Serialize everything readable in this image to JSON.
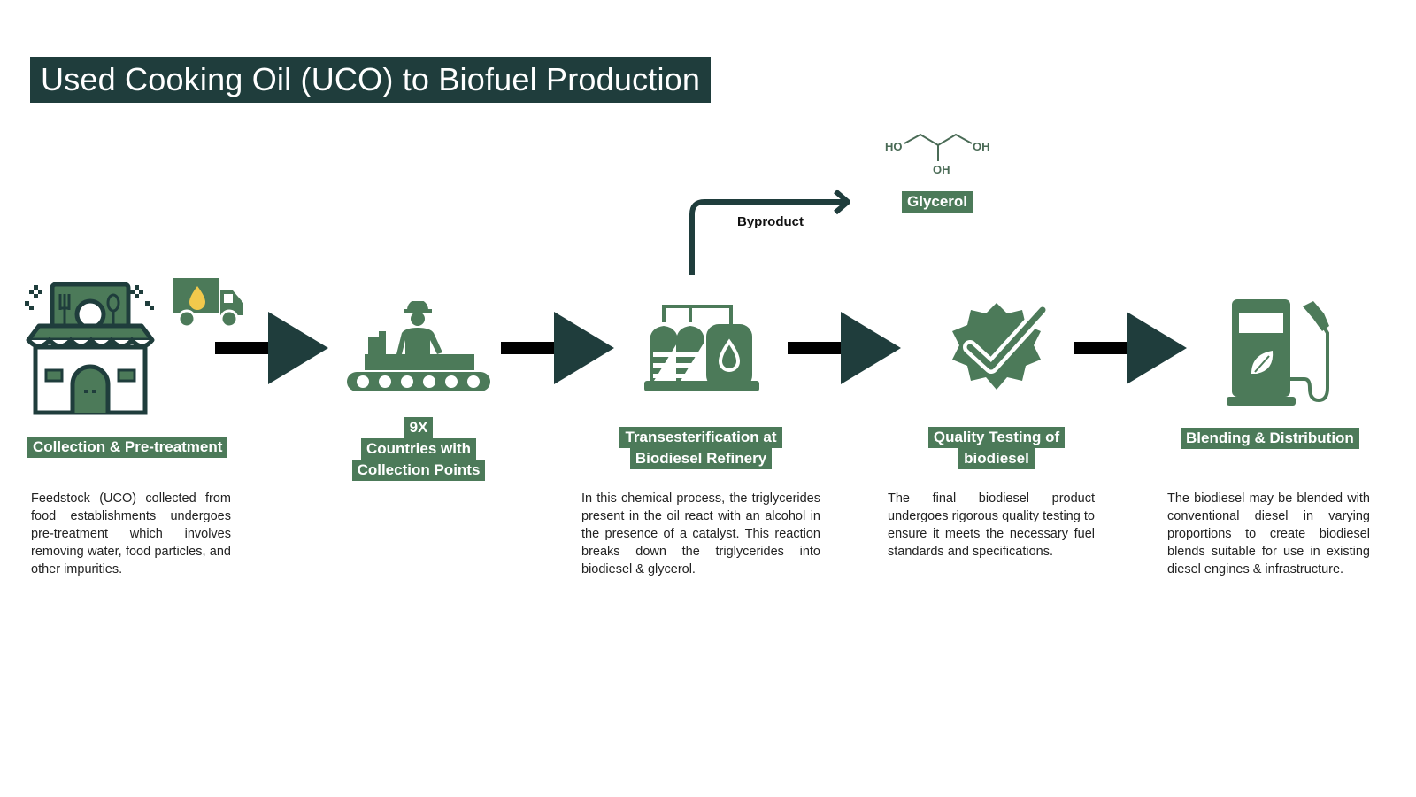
{
  "title": "Used Cooking Oil (UCO) to Biofuel Production",
  "colors": {
    "dark": "#1f3d3c",
    "green": "#4c7a59",
    "accent": "#f2c94c"
  },
  "stages": [
    {
      "icon": "restaurant-icon",
      "label": "Collection & Pre-treatment",
      "description": "Feedstock (UCO) collected from food establishments undergoes pre-treatment which involves removing water, food particles, and other impurities."
    },
    {
      "icon": "conveyor-worker-icon",
      "label_lines": [
        "9X",
        "Countries with",
        "Collection Points"
      ]
    },
    {
      "icon": "refinery-icon",
      "label_lines": [
        "Transesterification at",
        "Biodiesel Refinery"
      ],
      "description": "In this chemical process, the triglycerides present in the oil react with an alcohol in the presence of a catalyst. This reaction breaks down the triglycerides into biodiesel & glycerol."
    },
    {
      "icon": "quality-check-icon",
      "label_lines": [
        "Quality Testing of",
        "biodiesel"
      ],
      "description": "The final biodiesel product undergoes rigorous quality testing to ensure it meets the necessary fuel standards and specifications."
    },
    {
      "icon": "fuel-pump-icon",
      "label": "Blending & Distribution",
      "description": "The biodiesel may be blended with conventional diesel in varying proportions to create biodiesel blends suitable for use in existing diesel engines & infrastructure."
    }
  ],
  "byproduct": {
    "label": "Byproduct",
    "name": "Glycerol",
    "molecule_labels": {
      "left": "HO",
      "right": "OH",
      "bottom": "OH"
    }
  }
}
